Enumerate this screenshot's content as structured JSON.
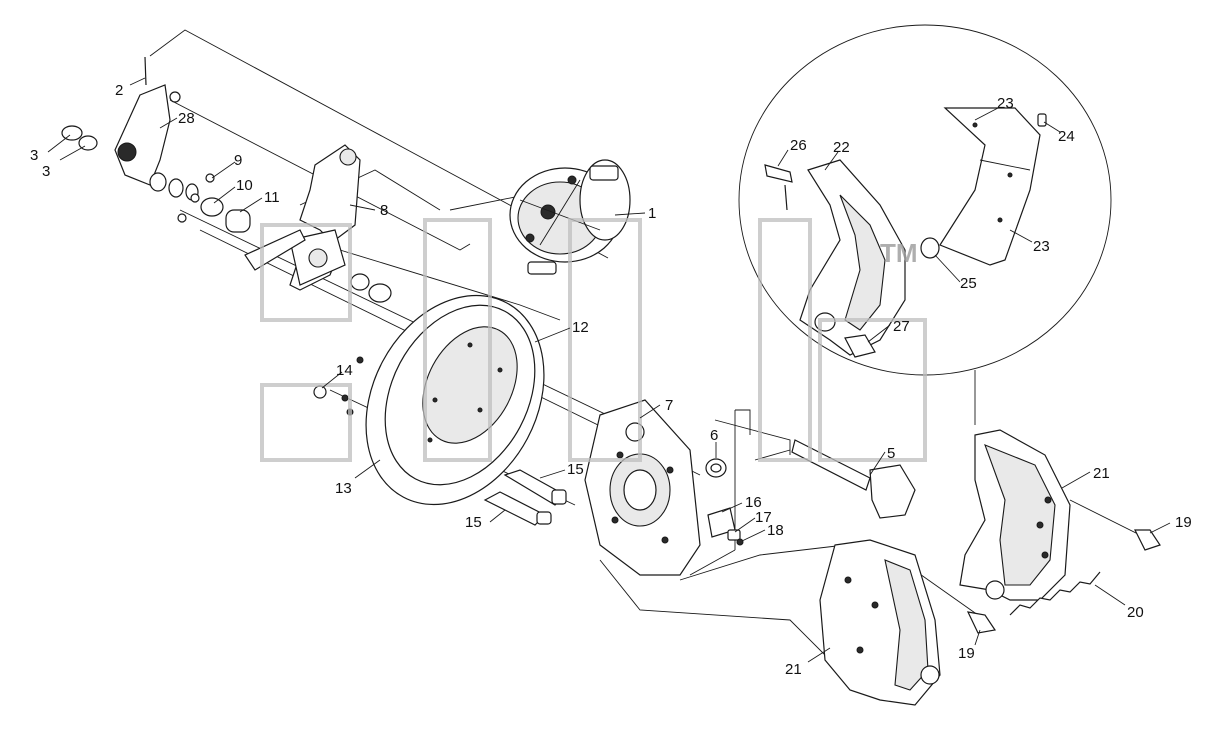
{
  "diagram": {
    "callouts": [
      "1",
      "2",
      "3",
      "3",
      "5",
      "6",
      "7",
      "8",
      "9",
      "10",
      "11",
      "12",
      "13",
      "14",
      "15",
      "15",
      "16",
      "17",
      "18",
      "19",
      "19",
      "20",
      "21",
      "21",
      "22",
      "23",
      "23",
      "24",
      "25",
      "26",
      "27",
      "28"
    ]
  },
  "watermark": {
    "tm": "TM"
  }
}
